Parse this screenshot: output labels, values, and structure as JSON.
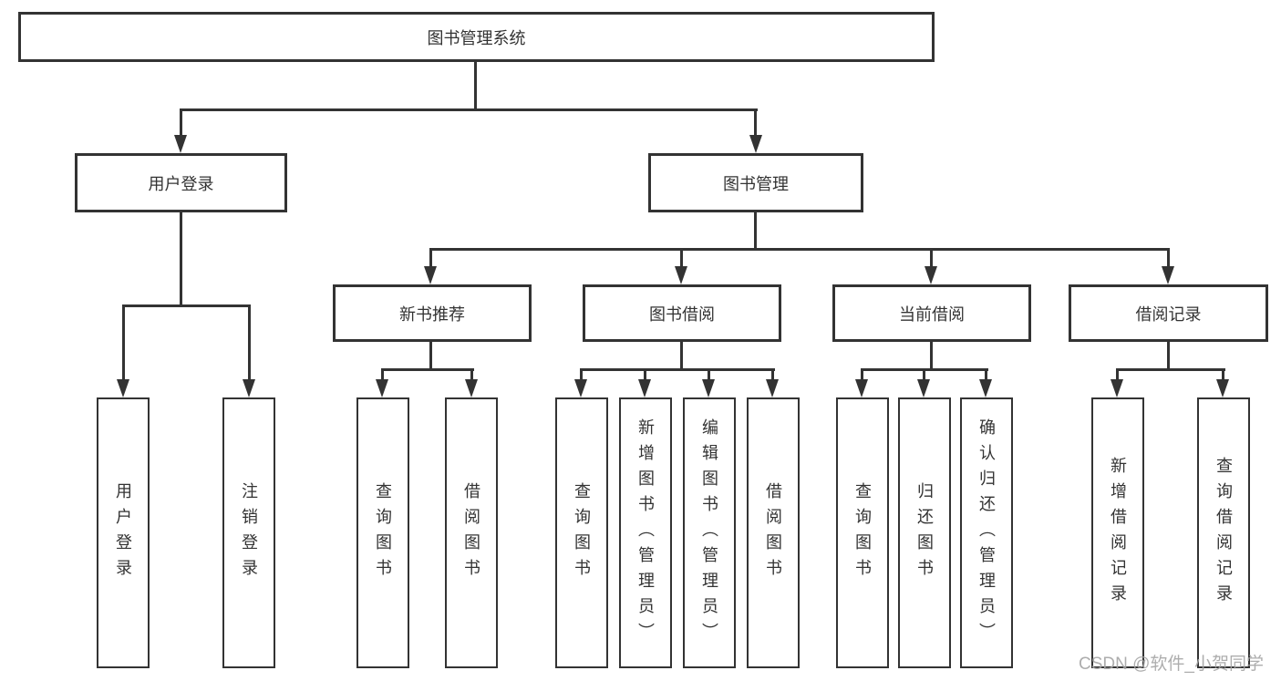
{
  "tree": {
    "root": {
      "label": "图书管理系统"
    },
    "branches": [
      {
        "label": "用户登录",
        "children": [
          {
            "label": "用户登录"
          },
          {
            "label": "注销登录"
          }
        ]
      },
      {
        "label": "图书管理",
        "children": [
          {
            "label": "新书推荐",
            "children": [
              {
                "label": "查询图书"
              },
              {
                "label": "借阅图书"
              }
            ]
          },
          {
            "label": "图书借阅",
            "children": [
              {
                "label": "查询图书"
              },
              {
                "label": "新增图书（管理员）"
              },
              {
                "label": "编辑图书（管理员）"
              },
              {
                "label": "借阅图书"
              }
            ]
          },
          {
            "label": "当前借阅",
            "children": [
              {
                "label": "查询图书"
              },
              {
                "label": "归还图书"
              },
              {
                "label": "确认归还（管理员）"
              }
            ]
          },
          {
            "label": "借阅记录",
            "children": [
              {
                "label": "新增借阅记录"
              },
              {
                "label": "查询借阅记录"
              }
            ]
          }
        ]
      }
    ]
  },
  "watermark": {
    "text": "CSDN @软件_小贺同学"
  },
  "colors": {
    "line": "#333333",
    "text": "#333333",
    "watermark": "#a5a5a5",
    "background": "#ffffff"
  }
}
